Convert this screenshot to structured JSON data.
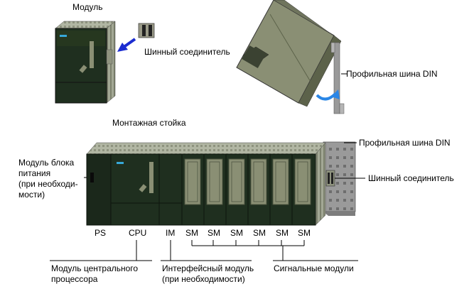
{
  "labels": {
    "module": "Модуль",
    "bus_connector_top": "Шинный соединитель",
    "din_rail_top": "Профильная шина DIN",
    "mounting_rack": "Монтажная стойка",
    "din_rail_rack": "Профильная шина DIN",
    "power_supply_module": [
      "Модуль блока",
      "питания",
      "(при необходи-",
      "мости)"
    ],
    "bus_connector_rack": "Шинный соединитель",
    "cpu_module": [
      "Модуль центрального",
      "процессора"
    ],
    "interface_module": [
      "Интерфейсный модуль",
      "(при необходимости)"
    ],
    "signal_modules": "Сигнальные модули"
  },
  "slots": [
    "PS",
    "CPU",
    "IM",
    "SM",
    "SM",
    "SM",
    "SM",
    "SM",
    "SM"
  ],
  "colors": {
    "module_body": "#1f2f1f",
    "module_dark": "#111a11",
    "module_top": "#a3a895",
    "panel_light": "#8a8f74",
    "panel_dark": "#4e5441",
    "rail_gray": "#9a9a9a",
    "arrow_blue": "#1b2cd0",
    "curve_blue": "#2a86e6"
  }
}
